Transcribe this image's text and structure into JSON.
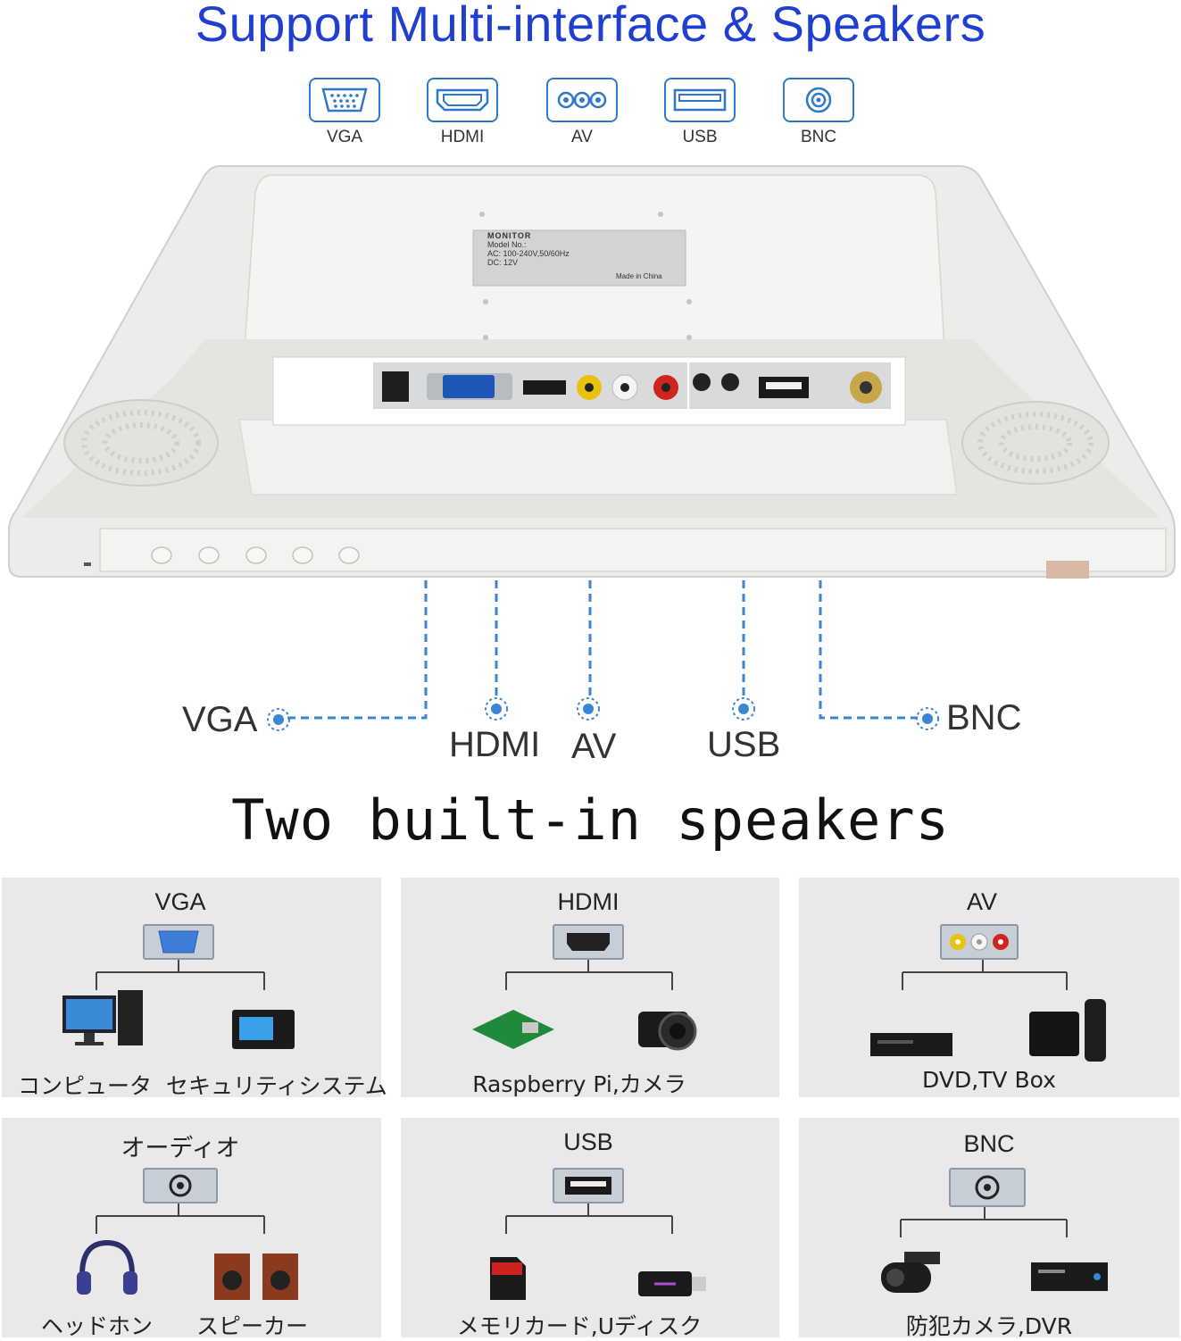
{
  "header": {
    "title": "Support Multi-interface & Speakers"
  },
  "interface_icons": [
    {
      "label": "VGA",
      "icon": "vga-port-icon"
    },
    {
      "label": "HDMI",
      "icon": "hdmi-port-icon"
    },
    {
      "label": "AV",
      "icon": "av-rca-icon"
    },
    {
      "label": "USB",
      "icon": "usb-port-icon"
    },
    {
      "label": "BNC",
      "icon": "bnc-port-icon"
    }
  ],
  "monitor_label": {
    "heading": "MONITOR",
    "model": "Model No.:",
    "ac": "AC:  100-240V,50/60Hz",
    "dc": "DC:  12V",
    "made_in": "Made in China"
  },
  "callouts": {
    "vga": "VGA",
    "hdmi": "HDMI",
    "av": "AV",
    "usb": "USB",
    "bnc": "BNC"
  },
  "subtitle": "Two built-in speakers",
  "panels": [
    {
      "heading": "VGA",
      "icon": "vga-port-icon",
      "caption_left": "コンピュータ",
      "caption_right": "セキュリティシステム"
    },
    {
      "heading": "HDMI",
      "icon": "hdmi-port-icon",
      "caption": "Raspberry Pi,カメラ"
    },
    {
      "heading": "AV",
      "icon": "av-rca-icon",
      "caption": "DVD,TV Box"
    },
    {
      "heading": "オーディオ",
      "icon": "audio-jack-icon",
      "caption_left": "ヘッドホン",
      "caption_right": "スピーカー"
    },
    {
      "heading": "USB",
      "icon": "usb-port-icon",
      "caption": "メモリカード,Uディスク"
    },
    {
      "heading": "BNC",
      "icon": "bnc-port-icon",
      "caption": "防犯カメラ,DVR"
    }
  ],
  "colors": {
    "accent": "#1f3fd0",
    "icon_stroke": "#2f78c9",
    "dashed_line": "#3a86d4",
    "panel_bg": "#e9e9ea"
  }
}
